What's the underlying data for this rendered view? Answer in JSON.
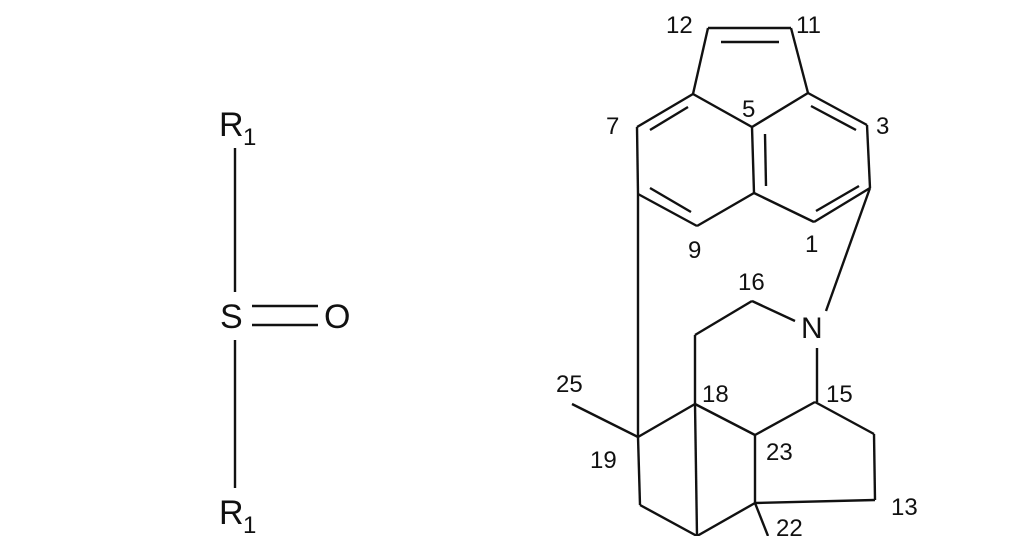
{
  "figure": {
    "left_structure": {
      "name": "sulfoxide",
      "atoms": {
        "top_substituent": {
          "symbol": "R",
          "subscript": "1"
        },
        "center": {
          "symbol": "S"
        },
        "oxygen": {
          "symbol": "O"
        },
        "bottom_substituent": {
          "symbol": "R",
          "subscript": "1"
        }
      },
      "bonds": [
        "R1-S single",
        "S=O double",
        "S-R1 single"
      ]
    },
    "right_structure": {
      "name": "polycyclic-alkaloid-scaffold",
      "heteroatom": {
        "symbol": "N"
      },
      "locants": {
        "c1": "1",
        "c3": "3",
        "c5": "5",
        "c7": "7",
        "c9": "9",
        "c11": "11",
        "c12": "12",
        "c13": "13",
        "c15": "15",
        "c16": "16",
        "c18": "18",
        "c19": "19",
        "c22": "22",
        "c23": "23",
        "c25": "25"
      }
    },
    "colors": {
      "ink": "#111111",
      "background": "#ffffff"
    }
  }
}
